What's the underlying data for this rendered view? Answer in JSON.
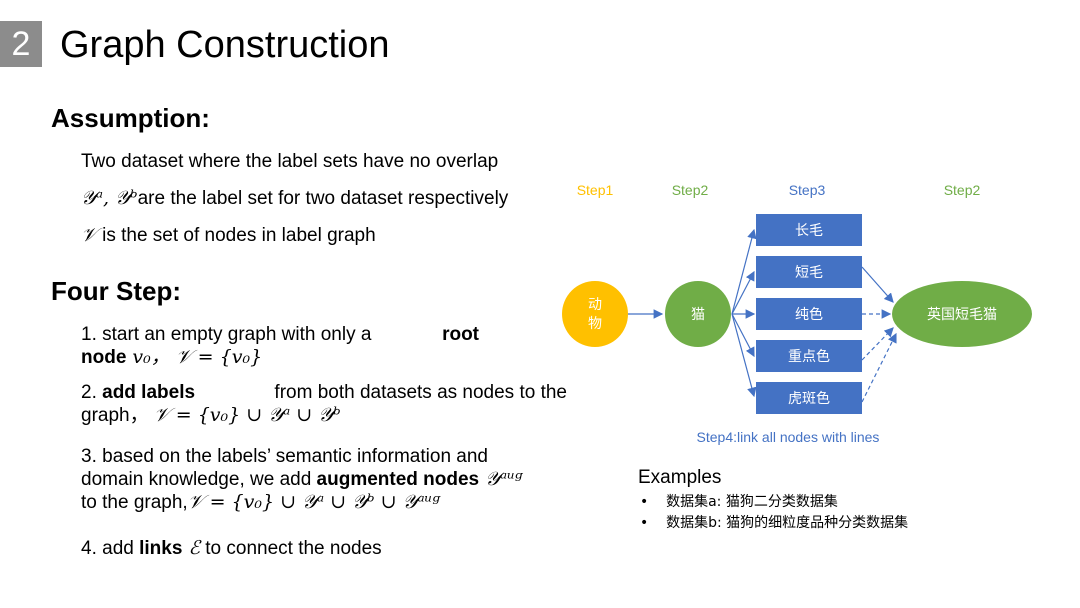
{
  "slide": {
    "number": "2",
    "title": "Graph Construction"
  },
  "assumption": {
    "heading": "Assumption:",
    "line1": "Two dataset where the label sets have no overlap",
    "line2_math": "𝒴ᵃ, 𝒴ᵇ",
    "line2_text": "are the label set for two dataset respectively",
    "line3_math": "𝒱",
    "line3_text": " is the set of nodes in label graph"
  },
  "four_step": {
    "heading": "Four Step:",
    "step1": {
      "pre": "1. start an empty graph with only a ",
      "bold1": "root",
      "bold2": "node",
      "math": " v₀， 𝒱 = {v₀}"
    },
    "step2": {
      "pre": "2. ",
      "bold": "add labels",
      "post": " from both datasets as nodes to the",
      "post2": "graph， ",
      "math": "𝒱 = {v₀} ∪ 𝒴ᵃ ∪ 𝒴ᵇ"
    },
    "step3": {
      "line1": "3. based on the labels’ semantic information and",
      "pre": "domain knowledge, we add ",
      "bold": "augmented nodes",
      "math": " 𝒴ᵃᵘᵍ",
      "line3": "to the graph,",
      "math2": "𝒱 = {v₀} ∪ 𝒴ᵃ ∪ 𝒴ᵇ ∪ 𝒴ᵃᵘᵍ"
    },
    "step4": {
      "pre": "4. add ",
      "bold": "links",
      "math": " ℰ",
      "post": " to connect the nodes"
    }
  },
  "diagram": {
    "step_labels": [
      "Step1",
      "Step2",
      "Step3",
      "Step2"
    ],
    "step_label_colors": [
      "#FFC000",
      "#70AD47",
      "#4472C4",
      "#70AD47"
    ],
    "node_root": "动\n物",
    "node_root_line1": "动",
    "node_root_line2": "物",
    "node_cat": "猫",
    "boxes": [
      "长毛",
      "短毛",
      "纯色",
      "重点色",
      "虎斑色"
    ],
    "node_target": "英国短毛猫",
    "caption": "Step4:link all nodes with lines",
    "colors": {
      "yellow": "#FFC000",
      "green": "#70AD47",
      "blue": "#4472C4"
    }
  },
  "examples": {
    "title": "Examples",
    "items": [
      "数据集a: 猫狗二分类数据集",
      "数据集b: 猫狗的细粒度品种分类数据集"
    ]
  }
}
